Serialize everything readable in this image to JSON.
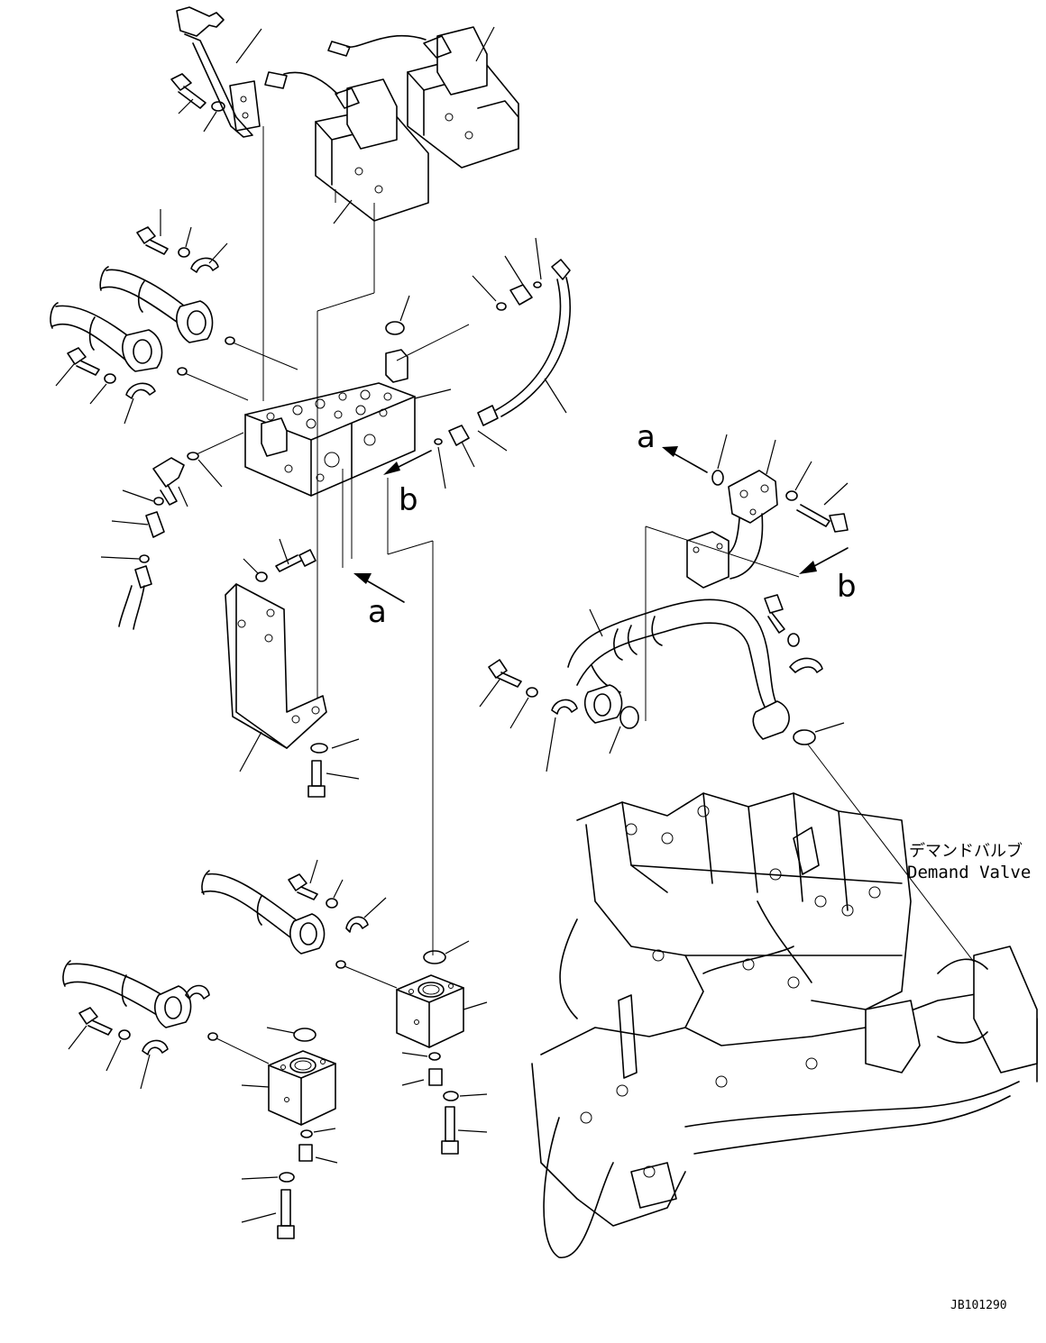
{
  "callouts": {
    "letter_a": "a",
    "letter_b": "b"
  },
  "demand_valve": {
    "label_jp": "デマンドバルブ",
    "label_en": "Demand Valve"
  },
  "drawing_id": "JB101290"
}
